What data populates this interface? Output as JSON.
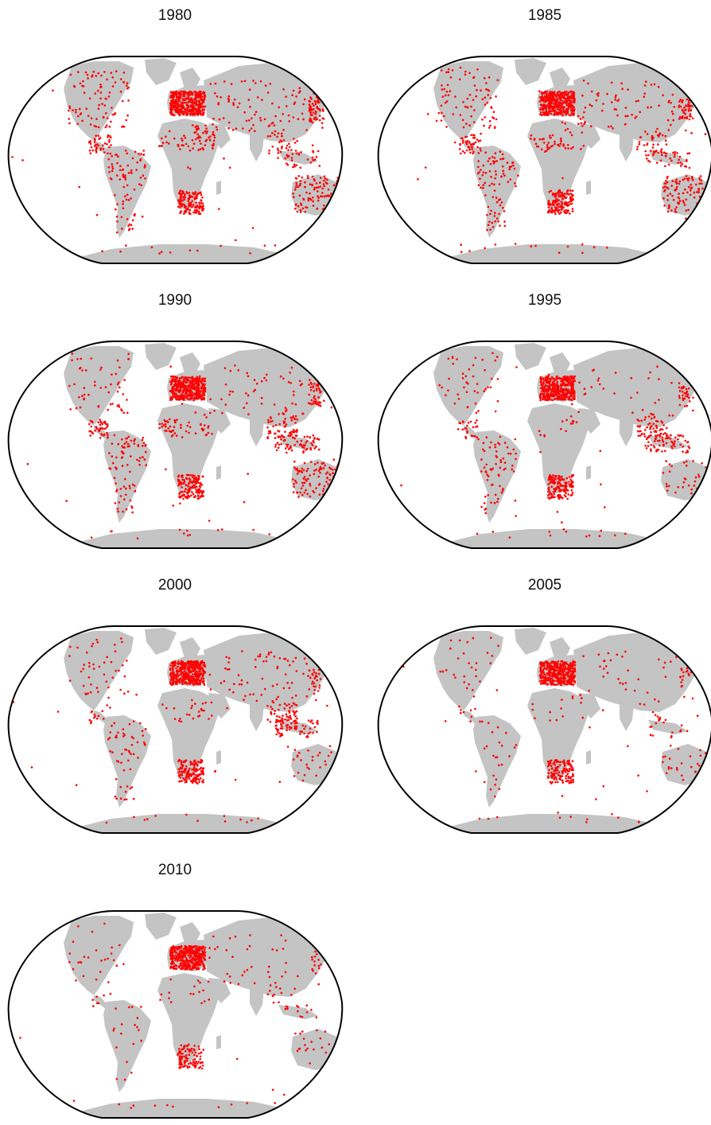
{
  "figure": {
    "colors": {
      "background": "#ffffff",
      "land": "#c4c4c4",
      "station": "#ff0000",
      "outline": "#000000",
      "title": "#111111"
    },
    "projection": "Winkel-tripel-like oval, world map",
    "panels": [
      {
        "year": "1980",
        "density": "dense",
        "regions": {
          "north_america": 1.0,
          "central_america": 0.9,
          "south_america": 0.9,
          "europe": 1.0,
          "africa_west": 0.5,
          "africa_nile": 0.9,
          "south_africa": 1.0,
          "asia": 0.9,
          "japan": 1.0,
          "southeast_asia": 0.5,
          "australia": 1.0,
          "new_zealand": 1.0,
          "antarctica": 0.6,
          "ocean": 1.0
        }
      },
      {
        "year": "1985",
        "density": "dense",
        "regions": {
          "north_america": 0.9,
          "central_america": 1.0,
          "south_america": 1.0,
          "europe": 1.0,
          "africa_west": 0.8,
          "africa_nile": 0.4,
          "south_africa": 1.0,
          "asia": 0.7,
          "japan": 1.0,
          "southeast_asia": 0.6,
          "australia": 1.0,
          "new_zealand": 1.0,
          "antarctica": 0.6,
          "ocean": 0.9
        }
      },
      {
        "year": "1990",
        "density": "dense",
        "regions": {
          "north_america": 0.6,
          "central_america": 1.0,
          "south_america": 0.9,
          "europe": 1.0,
          "africa_west": 0.9,
          "africa_nile": 0.3,
          "south_africa": 1.0,
          "asia": 0.5,
          "japan": 1.0,
          "southeast_asia": 1.0,
          "australia": 1.0,
          "new_zealand": 1.0,
          "antarctica": 0.6,
          "ocean": 0.9
        }
      },
      {
        "year": "1995",
        "density": "medium",
        "regions": {
          "north_america": 0.5,
          "central_america": 0.5,
          "south_america": 0.7,
          "europe": 1.0,
          "africa_west": 0.1,
          "africa_nile": 0.2,
          "south_africa": 1.0,
          "asia": 0.3,
          "japan": 0.7,
          "southeast_asia": 1.0,
          "australia": 0.3,
          "new_zealand": 1.0,
          "antarctica": 0.6,
          "ocean": 0.8
        }
      },
      {
        "year": "2000",
        "density": "medium",
        "regions": {
          "north_america": 0.5,
          "central_america": 0.3,
          "south_america": 0.6,
          "europe": 1.0,
          "africa_west": 0.2,
          "africa_nile": 0.3,
          "south_africa": 1.0,
          "asia": 0.6,
          "japan": 0.6,
          "southeast_asia": 1.0,
          "australia": 0.3,
          "new_zealand": 0.6,
          "antarctica": 0.6,
          "ocean": 0.8
        }
      },
      {
        "year": "2005",
        "density": "sparse",
        "regions": {
          "north_america": 0.35,
          "central_america": 0.2,
          "south_america": 0.25,
          "europe": 1.0,
          "africa_west": 0.15,
          "africa_nile": 0.15,
          "south_africa": 0.9,
          "asia": 0.3,
          "japan": 0.4,
          "southeast_asia": 0.2,
          "australia": 0.25,
          "new_zealand": 0.3,
          "antarctica": 0.5,
          "ocean": 0.6
        }
      },
      {
        "year": "2010",
        "density": "sparse",
        "regions": {
          "north_america": 0.3,
          "central_america": 0.15,
          "south_america": 0.2,
          "europe": 1.0,
          "africa_west": 0.15,
          "africa_nile": 0.15,
          "south_africa": 0.7,
          "asia": 0.3,
          "japan": 0.3,
          "southeast_asia": 0.2,
          "australia": 0.2,
          "new_zealand": 0.3,
          "antarctica": 0.5,
          "ocean": 0.6
        }
      }
    ]
  }
}
